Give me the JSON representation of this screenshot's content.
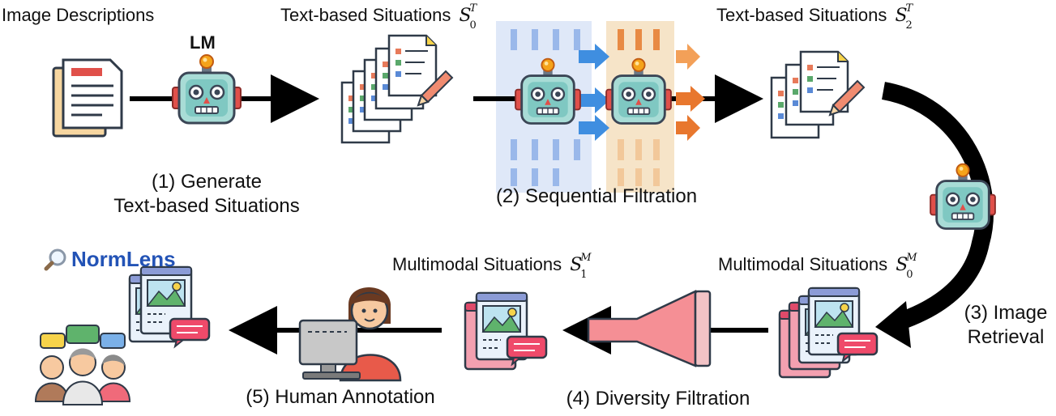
{
  "labels": {
    "image_descriptions": "Image Descriptions",
    "lm": "LM",
    "text_situations_0": "Text-based Situations",
    "text_situations_0_sym": {
      "base": "S",
      "sup": "T",
      "sub": "0"
    },
    "text_situations_2": "Text-based Situations",
    "text_situations_2_sym": {
      "base": "S",
      "sup": "T",
      "sub": "2"
    },
    "multimodal_situations_1": "Multimodal Situations",
    "multimodal_situations_1_sym": {
      "base": "S",
      "sup": "M",
      "sub": "1"
    },
    "multimodal_situations_0": "Multimodal Situations",
    "multimodal_situations_0_sym": {
      "base": "S",
      "sup": "M",
      "sub": "0"
    },
    "brand": "NormLens"
  },
  "steps": {
    "step1_line1": "(1) Generate",
    "step1_line2": "Text-based Situations",
    "step2": "(2) Sequential Filtration",
    "step3_line1": "(3) Image",
    "step3_line2": "Retrieval",
    "step4": "(4) Diversity Filtration",
    "step5": "(5) Human Annotation"
  },
  "icons": {
    "document": "document-icon",
    "robot": "robot-icon",
    "notes": "notes-stack-icon",
    "filter": "funnel-icon",
    "window": "image-window-icon",
    "person": "annotator-person-icon",
    "group": "people-group-icon",
    "search": "magnifier-icon"
  },
  "colors": {
    "brand": "#2353b6",
    "robot_face": "#7fc8c2",
    "robot_frame": "#4a5563",
    "antenna": "#f5a31a",
    "ear": "#e0504a",
    "arrow_blue": "#3f8ee0",
    "arrow_orange": "#e8772e",
    "funnel": "#f58f95"
  }
}
